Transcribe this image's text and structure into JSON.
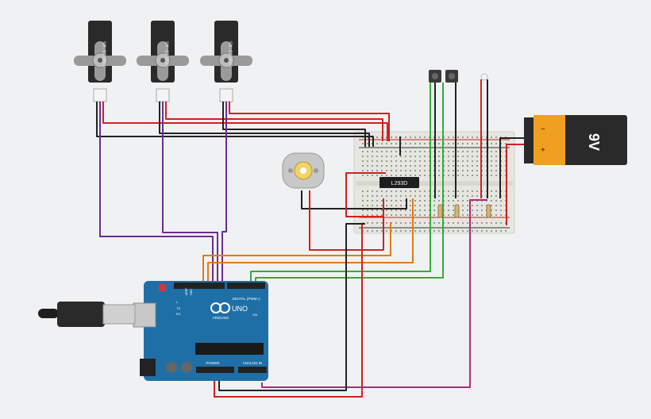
{
  "servos": [
    {
      "label": "SM-S2309S"
    },
    {
      "label": "SM-S2309S"
    },
    {
      "label": "SM-S2309S"
    }
  ],
  "battery": {
    "voltage_label": "9V",
    "minus_label": "−",
    "plus_label": "+"
  },
  "driver_chip": {
    "label": "L293D"
  },
  "arduino": {
    "brand_label": "ARDUINO",
    "model_label": "UNO",
    "digital_label": "DIGITAL (PWM~)",
    "power_label": "POWER",
    "analog_label": "ANALOG IN",
    "tx_label": "TX",
    "rx_label": "RX",
    "l_label": "L",
    "on_label": "ON",
    "aref_label": "AREF",
    "gnd_label": "GND"
  },
  "colors": {
    "wire_red": "#d32020",
    "wire_black": "#222222",
    "wire_purple": "#6a2d91",
    "wire_orange": "#e07b12",
    "wire_green": "#2fae3a",
    "wire_magenta": "#b1287c",
    "arduino_blue": "#1f6fa7",
    "breadboard": "#e9e9e4",
    "battery_orange": "#f0a020"
  }
}
